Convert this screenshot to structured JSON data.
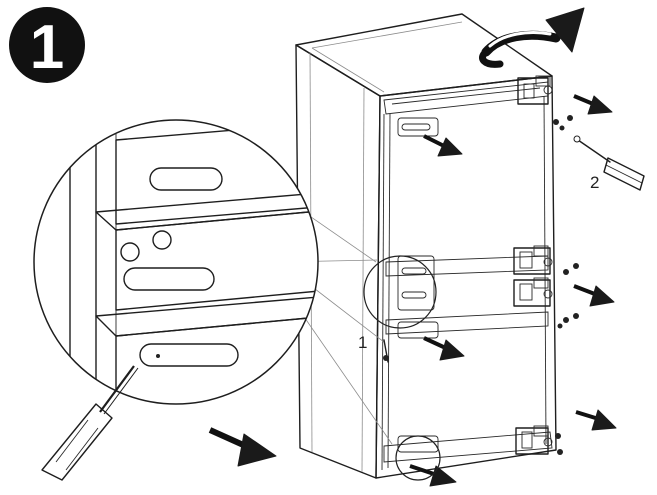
{
  "step": {
    "number": "1"
  },
  "callouts": {
    "label_1": "1",
    "label_2": "2"
  },
  "icons": {
    "arrows": "arrow-icon",
    "rotation": "rotate-arrow-icon",
    "screwdriver": "screwdriver-icon"
  },
  "colors": {
    "line": "#1e1e1e",
    "badge": "#111111",
    "background": "#ffffff"
  }
}
